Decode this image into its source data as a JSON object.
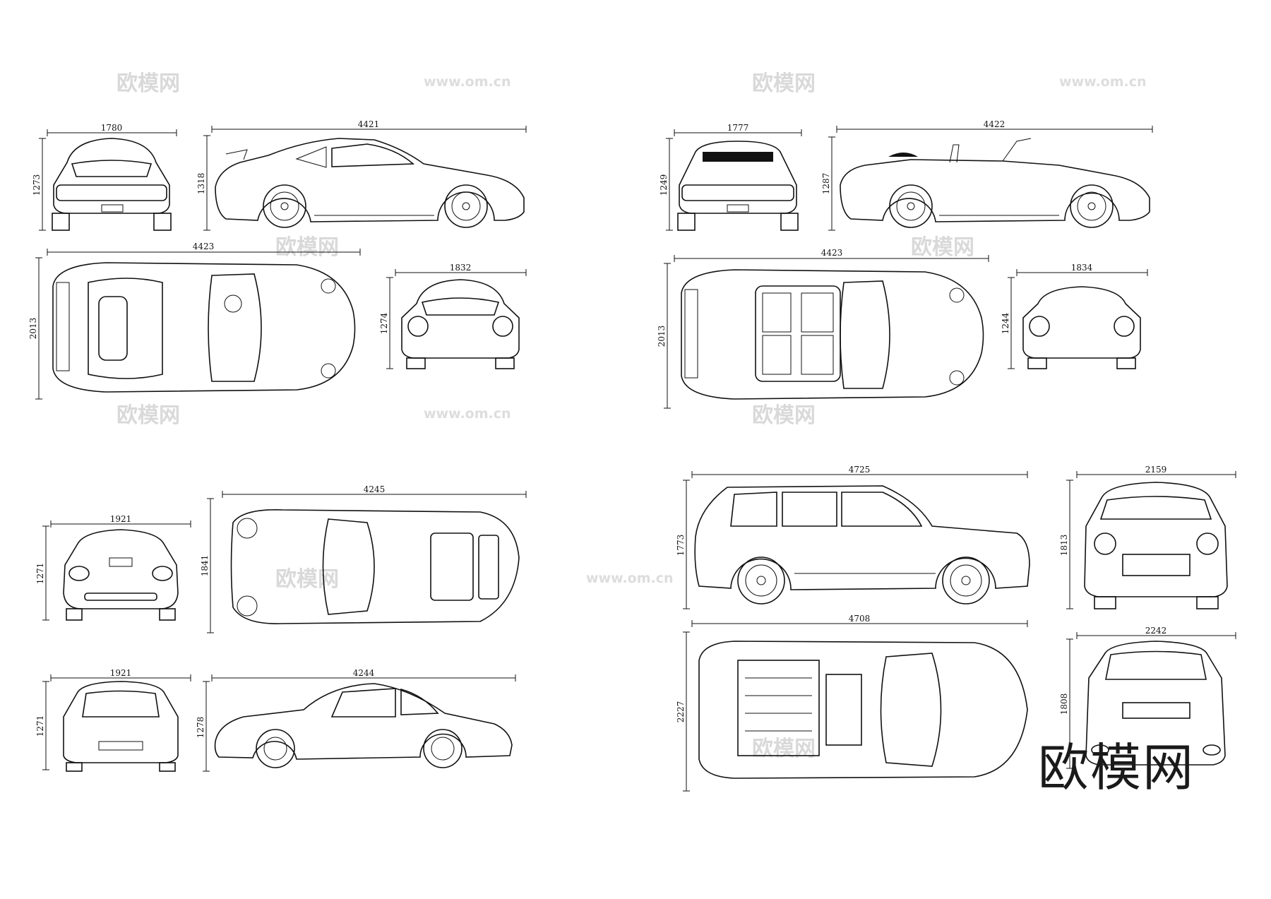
{
  "brand_watermark": "欧模网",
  "watermark_url": "www.om.cn",
  "dimensions": {
    "car1": {
      "front_width": "1780",
      "front_height": "1273",
      "side_length": "4421",
      "side_height": "1318",
      "top_length": "4423",
      "top_width": "2013",
      "rear_width": "1832",
      "rear_height": "1274"
    },
    "car2": {
      "front_width": "1777",
      "front_height": "1249",
      "side_length": "4422",
      "side_height": "1287",
      "top_length": "4423",
      "top_width": "2013",
      "rear_width": "1834",
      "rear_height": "1244"
    },
    "car3": {
      "front_width": "1921",
      "front_height": "1271",
      "top_length": "4245",
      "top_width": "1841"
    },
    "car4": {
      "rear_width": "1921",
      "rear_height": "1271",
      "side_length": "4244",
      "side_height": "1278"
    },
    "car5": {
      "side_length": "4725",
      "side_height": "1773",
      "front_width": "2159",
      "front_height": "1813",
      "top_length": "4708",
      "top_width": "2227",
      "rear_width": "2242",
      "rear_height": "1808"
    }
  }
}
